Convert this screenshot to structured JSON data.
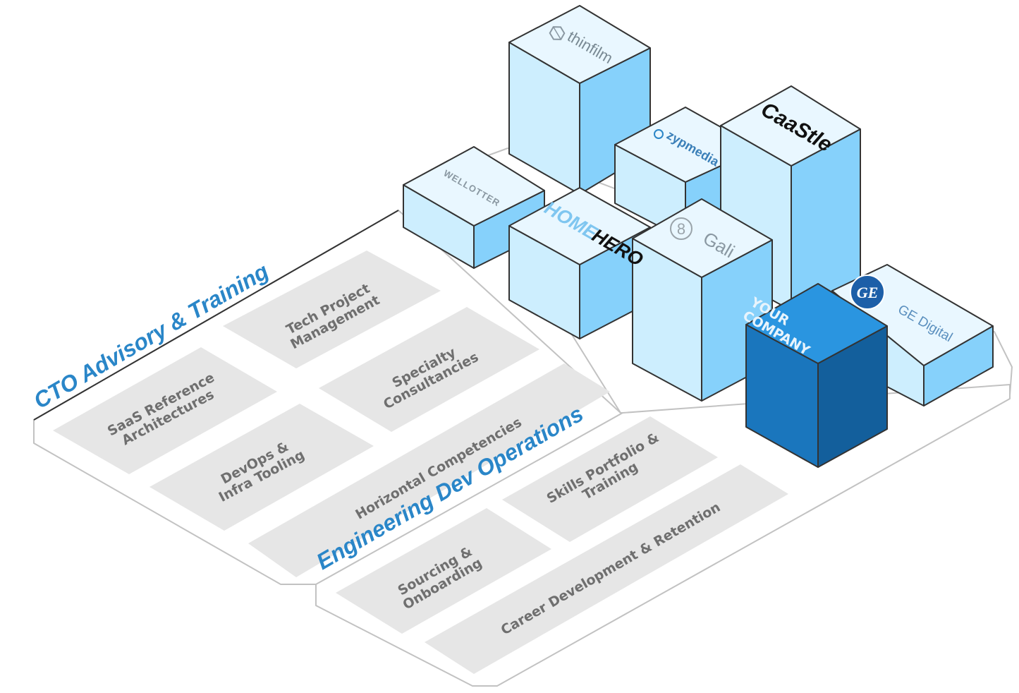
{
  "sections": {
    "cto_title": "CTO Advisory & Training",
    "eng_title": "Engineering Dev Operations"
  },
  "cto_cells": {
    "saas": [
      "SaaS Reference",
      "Architectures"
    ],
    "tech_pm": [
      "Tech Project",
      "Management"
    ],
    "devops": [
      "DevOps &",
      "Infra Tooling"
    ],
    "specialty": [
      "Specialty",
      "Consultancies"
    ],
    "horizontal": [
      "Horizontal Competencies"
    ]
  },
  "eng_cells": {
    "skills": [
      "Skills Portfolio &",
      "Training"
    ],
    "sourcing": [
      "Sourcing &",
      "Onboarding"
    ],
    "career": [
      "Career Development & Retention"
    ]
  },
  "blocks": {
    "thinfilm": "thinfilm",
    "zypmedia": "zypmedia",
    "caastle": "CaaStle",
    "wellness": "WELLOTTER",
    "homehero_a": "HOME",
    "homehero_b": "HERO",
    "gali": "Gali",
    "gali_symbol": "8",
    "your_company": [
      "YOUR",
      "COMPANY"
    ],
    "ge_digital": "GE Digital",
    "ge_monogram": "GE"
  },
  "colors": {
    "light_top": "#e9f7ff",
    "light_left": "#cdeefe",
    "light_right": "#86d1fb",
    "dark_top": "#2a95e0",
    "dark_left": "#1a76bd",
    "dark_right": "#135f9c",
    "cell_fill": "#e6e6e6",
    "title_blue": "#2a86c8"
  }
}
